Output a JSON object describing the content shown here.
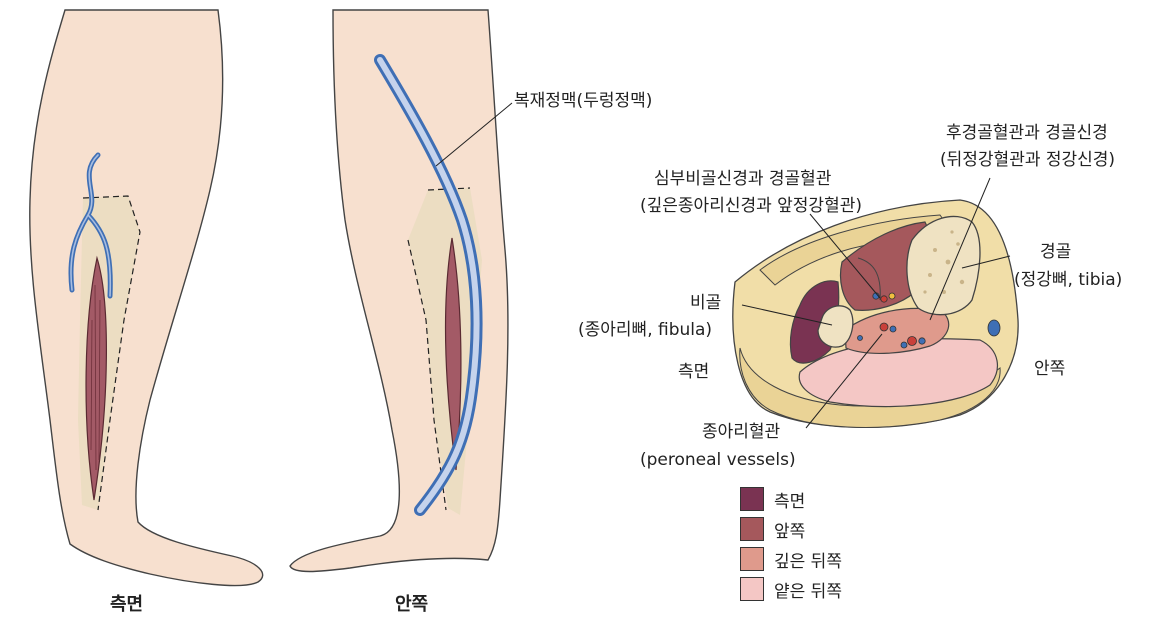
{
  "labels": {
    "saphenous_vein": "복재정맥(두렁정맥)",
    "posterior_tibial": "후경골혈관과 경골신경",
    "posterior_tibial_alt": "(뒤정강혈관과 정강신경)",
    "deep_peroneal": "심부비골신경과 경골혈관",
    "deep_peroneal_alt": "(깊은종아리신경과 앞정강혈관)",
    "tibia": "경골",
    "tibia_alt": "(정강뼈, tibia)",
    "fibula": "비골",
    "fibula_alt": "(종아리뼈, fibula)",
    "lateral_side": "측면",
    "medial_side": "안쪽",
    "peroneal_vessels": "종아리혈관",
    "peroneal_vessels_alt": "(peroneal vessels)",
    "lateral_leg_caption": "측면",
    "medial_leg_caption": "안쪽"
  },
  "legend": [
    {
      "label": "측면",
      "color": "#7a3352"
    },
    {
      "label": "앞쪽",
      "color": "#a5585c"
    },
    {
      "label": "깊은 뒤쪽",
      "color": "#df9a8c"
    },
    {
      "label": "얕은 뒤쪽",
      "color": "#f4c7c5"
    }
  ],
  "colors": {
    "skin": "#f7e0cf",
    "vein": "#3f6fb5",
    "vein_light": "#a8bde0",
    "muscle": "#a35a66",
    "fascia_zone": "#eadcc0",
    "fat": "#f1dea8"
  }
}
